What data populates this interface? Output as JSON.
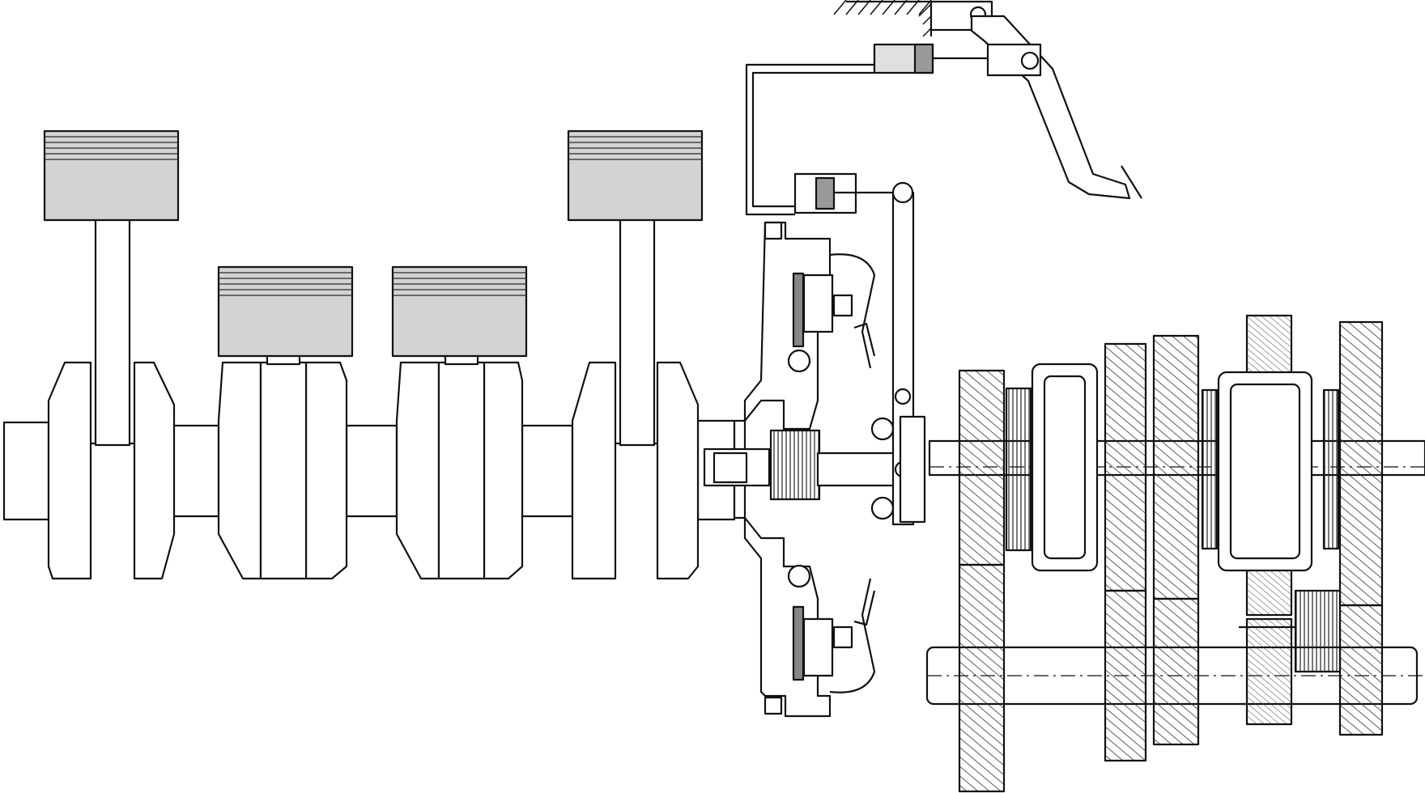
{
  "diagram": {
    "kind": "mechanical-schematic",
    "labels": [],
    "components": [
      {
        "id": "crankshaft",
        "icon": "crankshaft-icon"
      },
      {
        "id": "pistons",
        "icon": "piston-icon",
        "count": 4
      },
      {
        "id": "flywheel",
        "icon": "flywheel-icon"
      },
      {
        "id": "clutch",
        "icon": "clutch-icon"
      },
      {
        "id": "clutch-pedal",
        "icon": "pedal-icon"
      },
      {
        "id": "hydraulic-line",
        "icon": "hydraulic-line-icon"
      },
      {
        "id": "gearbox",
        "icon": "gearbox-icon"
      }
    ],
    "colors": {
      "stroke": "#111111",
      "piston_fill": "#d3d3d3",
      "hatch": "#333333",
      "background": "#ffffff"
    }
  }
}
